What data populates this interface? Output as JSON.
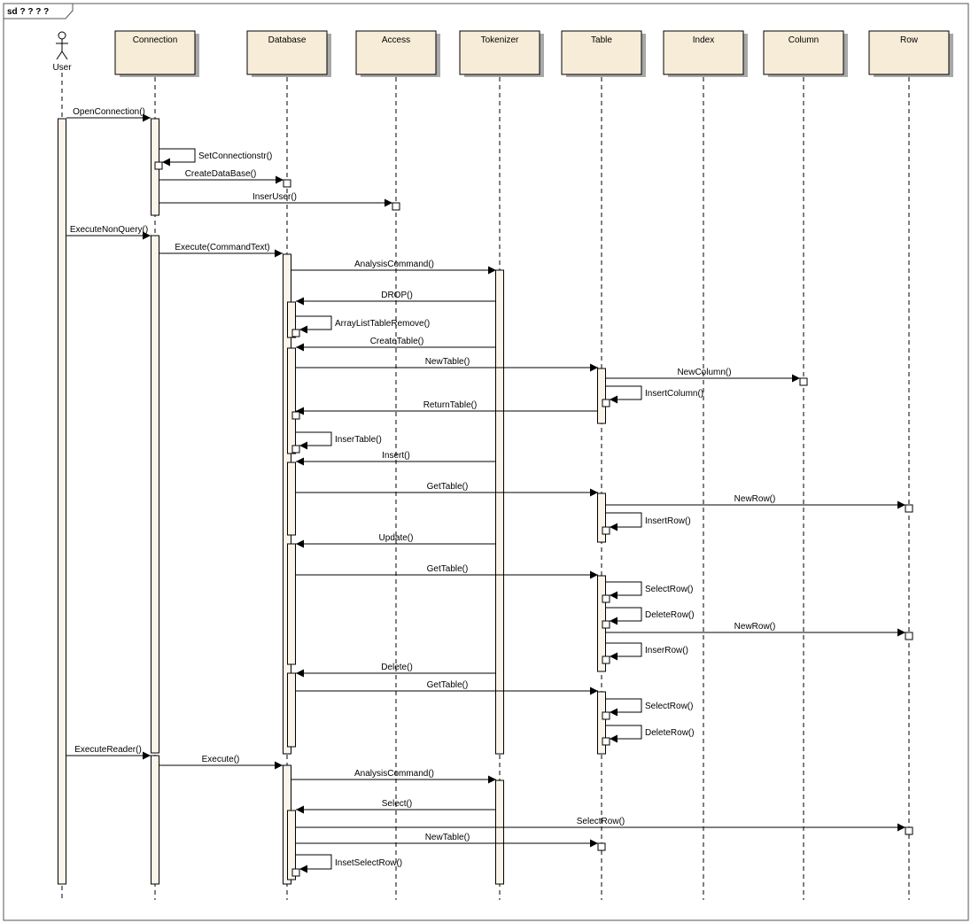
{
  "frame": {
    "title": "sd ? ? ? ?"
  },
  "actor": {
    "label": "User"
  },
  "lifelines": [
    {
      "id": "user",
      "label": "User"
    },
    {
      "id": "connection",
      "label": "Connection"
    },
    {
      "id": "database",
      "label": "Database"
    },
    {
      "id": "access",
      "label": "Access"
    },
    {
      "id": "tokenizer",
      "label": "Tokenizer"
    },
    {
      "id": "table",
      "label": "Table"
    },
    {
      "id": "index",
      "label": "Index"
    },
    {
      "id": "column",
      "label": "Column"
    },
    {
      "id": "row",
      "label": "Row"
    }
  ],
  "messages": [
    {
      "label": "OpenConnection()",
      "from": "user",
      "to": "connection"
    },
    {
      "label": "SetConnectionstr()",
      "from": "connection",
      "to": "connection"
    },
    {
      "label": "CreateDataBase()",
      "from": "connection",
      "to": "database"
    },
    {
      "label": "InserUser()",
      "from": "connection",
      "to": "access"
    },
    {
      "label": "ExecuteNonQuery()",
      "from": "user",
      "to": "connection"
    },
    {
      "label": "Execute(CommandText)",
      "from": "connection",
      "to": "database"
    },
    {
      "label": "AnalysisCommand()",
      "from": "database",
      "to": "tokenizer"
    },
    {
      "label": "DROP()",
      "from": "tokenizer",
      "to": "database"
    },
    {
      "label": "ArrayListTableRemove()",
      "from": "database",
      "to": "database"
    },
    {
      "label": "CreateTable()",
      "from": "tokenizer",
      "to": "database"
    },
    {
      "label": "NewTable()",
      "from": "database",
      "to": "table"
    },
    {
      "label": "NewColumn()",
      "from": "table",
      "to": "column"
    },
    {
      "label": "InsertColumn()",
      "from": "table",
      "to": "table"
    },
    {
      "label": "ReturnTable()",
      "from": "table",
      "to": "database"
    },
    {
      "label": "InserTable()",
      "from": "database",
      "to": "database"
    },
    {
      "label": "Insert()",
      "from": "tokenizer",
      "to": "database"
    },
    {
      "label": "GetTable()",
      "from": "database",
      "to": "table"
    },
    {
      "label": "NewRow()",
      "from": "table",
      "to": "row"
    },
    {
      "label": "InsertRow()",
      "from": "table",
      "to": "table"
    },
    {
      "label": "Update()",
      "from": "tokenizer",
      "to": "database"
    },
    {
      "label": "GetTable()",
      "from": "database",
      "to": "table"
    },
    {
      "label": "SelectRow()",
      "from": "table",
      "to": "table"
    },
    {
      "label": "DeleteRow()",
      "from": "table",
      "to": "table"
    },
    {
      "label": "NewRow()",
      "from": "table",
      "to": "row"
    },
    {
      "label": "InserRow()",
      "from": "table",
      "to": "table"
    },
    {
      "label": "Delete()",
      "from": "tokenizer",
      "to": "database"
    },
    {
      "label": "GetTable()",
      "from": "database",
      "to": "table"
    },
    {
      "label": "SelectRow()",
      "from": "table",
      "to": "table"
    },
    {
      "label": "DeleteRow()",
      "from": "table",
      "to": "table"
    },
    {
      "label": "ExecuteReader()",
      "from": "user",
      "to": "connection"
    },
    {
      "label": "Execute()",
      "from": "connection",
      "to": "database"
    },
    {
      "label": "AnalysisCommand()",
      "from": "database",
      "to": "tokenizer"
    },
    {
      "label": "Select()",
      "from": "tokenizer",
      "to": "database"
    },
    {
      "label": "SelectRow()",
      "from": "database",
      "to": "row"
    },
    {
      "label": "NewTable()",
      "from": "database",
      "to": "table"
    },
    {
      "label": "InsetSelectRow()",
      "from": "database",
      "to": "database"
    }
  ],
  "colors": {
    "box_fill": "#f7ecd8",
    "activation_fill": "#fbf4ea",
    "line": "#000000"
  }
}
